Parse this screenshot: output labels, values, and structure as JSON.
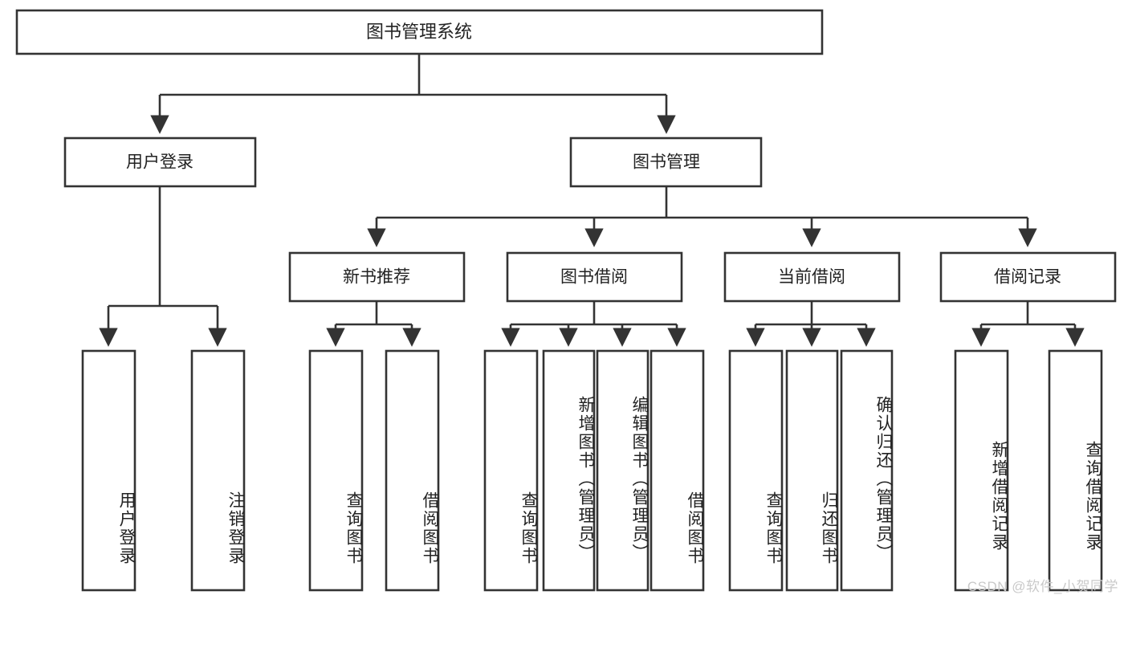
{
  "diagram": {
    "type": "tree-hierarchy",
    "title": "图书管理系统",
    "watermark": "CSDN @软件_小贺同学",
    "colors": {
      "stroke": "#333333",
      "fill": "#ffffff",
      "text": "#222222",
      "watermark": "#c9c9c9"
    },
    "root": {
      "label": "图书管理系统"
    },
    "level2": [
      {
        "label": "用户登录"
      },
      {
        "label": "图书管理"
      }
    ],
    "level3": [
      {
        "label": "新书推荐"
      },
      {
        "label": "图书借阅"
      },
      {
        "label": "当前借阅"
      },
      {
        "label": "借阅记录"
      }
    ],
    "leaves": {
      "user_login": [
        {
          "label": "用户登录"
        },
        {
          "label": "注销登录"
        }
      ],
      "new_book_recommend": [
        {
          "label": "查询图书"
        },
        {
          "label": "借阅图书"
        }
      ],
      "book_borrow": [
        {
          "label": "查询图书"
        },
        {
          "label": "新增图书（管理员）"
        },
        {
          "label": "编辑图书（管理员）"
        },
        {
          "label": "借阅图书"
        }
      ],
      "current_borrow": [
        {
          "label": "查询图书"
        },
        {
          "label": "归还图书"
        },
        {
          "label": "确认归还（管理员）"
        }
      ],
      "borrow_record": [
        {
          "label": "新增借阅记录"
        },
        {
          "label": "查询借阅记录"
        }
      ]
    }
  }
}
